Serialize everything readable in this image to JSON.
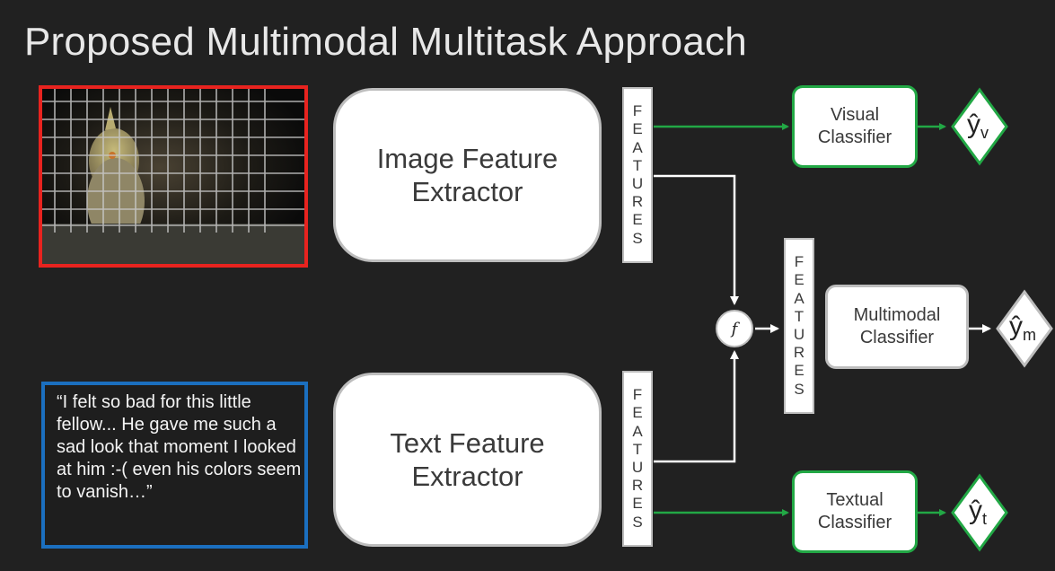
{
  "title": "Proposed Multimodal Multitask Approach",
  "image_input": {
    "alt": "cockatiel behind cage bars"
  },
  "text_input": {
    "quote": "“I felt so bad for this little fellow... He gave me such a sad look that moment I looked at him  :-( even his colors seem to vanish…”"
  },
  "extractors": {
    "image": "Image Feature\nExtractor",
    "text": "Text Feature\nExtractor"
  },
  "features_letters": [
    "F",
    "E",
    "A",
    "T",
    "U",
    "R",
    "E",
    "S"
  ],
  "fusion_symbol": "f",
  "classifiers": {
    "visual": "Visual\nClassifier",
    "multimodal": "Multimodal\nClassifier",
    "textual": "Textual\nClassifier"
  },
  "outputs": {
    "visual": {
      "symbol": "ŷ",
      "sub": "v"
    },
    "multimodal": {
      "symbol": "ŷ",
      "sub": "m"
    },
    "textual": {
      "symbol": "ŷ",
      "sub": "t"
    }
  },
  "colors": {
    "background": "#212121",
    "image_border": "#e8231f",
    "text_border": "#1b6fbf",
    "green_arrow": "#22a845",
    "white_arrow": "#ffffff",
    "box_border": "#bdbdbd"
  }
}
